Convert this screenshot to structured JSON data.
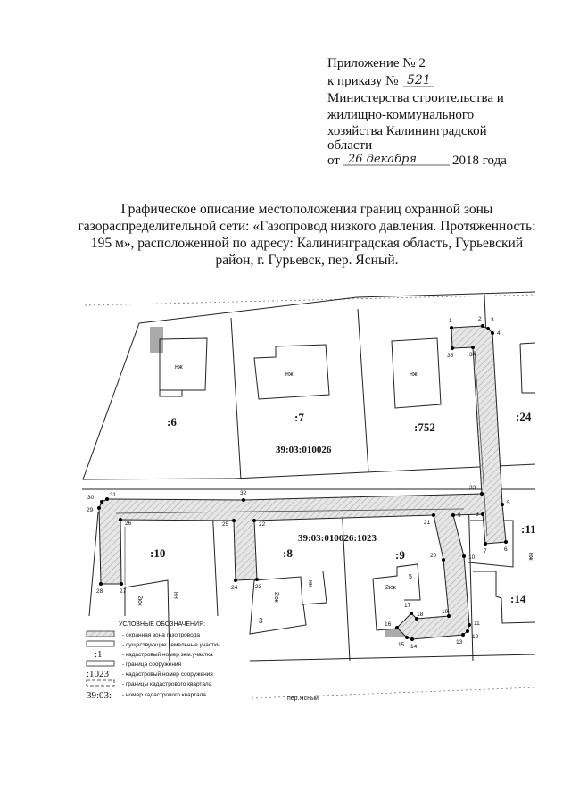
{
  "header": {
    "lines": [
      "Приложение № 2",
      "к приказу №",
      "Министерства строительства и",
      "жилищно-коммунального",
      "хозяйства Калининградской",
      "области",
      "от",
      "2018 года"
    ],
    "order_number": "521",
    "order_date": "26 декабря"
  },
  "title": {
    "lines": [
      "Графическое описание местоположения границ охранной зоны",
      "газораспределительной сети: «Газопровод низкого давления. Протяженность:",
      "195 м», расположенной по адресу: Калининградская область, Гурьевский",
      "район, г. Гурьевск, пер. Ясный."
    ]
  },
  "map": {
    "parcels": [
      ":6",
      ":7",
      ":752",
      ":24",
      ":10",
      ":8",
      ":9",
      ":11",
      ":14",
      "3"
    ],
    "quarter_number": "39:03:010026",
    "structure_number": "39:03:010026:1023",
    "buildings": [
      "нж",
      "нж",
      "нж",
      "2кж",
      "нн",
      "2кж",
      "нн",
      "2кж",
      "5",
      "нж"
    ],
    "street": "пер.Ясный",
    "points": [
      "1",
      "2",
      "3",
      "4",
      "5",
      "6",
      "7",
      "8",
      "9",
      "10",
      "11",
      "12",
      "13",
      "14",
      "15",
      "16",
      "17",
      "18",
      "19",
      "20",
      "21",
      "22",
      "23",
      "24",
      "25",
      "26",
      "27",
      "28",
      "29",
      "30",
      "31",
      "32",
      "33",
      "34",
      "35"
    ],
    "zone_color": "#cfcfcf"
  },
  "legend": {
    "title": "УСЛОВНЫЕ ОБОЗНАЧЕНИЯ:",
    "items": [
      {
        "symbol": "",
        "label": "- охранная зона газопровода"
      },
      {
        "symbol": "",
        "label": "- существующие земельные участки"
      },
      {
        "symbol": ":1",
        "label": "- кадастровый номер зем.участка"
      },
      {
        "symbol": "",
        "label": "- граница сооружения"
      },
      {
        "symbol": ":1023",
        "label": "- кадастровый номер сооружения"
      },
      {
        "symbol": "",
        "label": "- границы кадастрового квартала"
      },
      {
        "symbol": "39:03:",
        "label": "- номер кадастрового квартала"
      }
    ]
  }
}
